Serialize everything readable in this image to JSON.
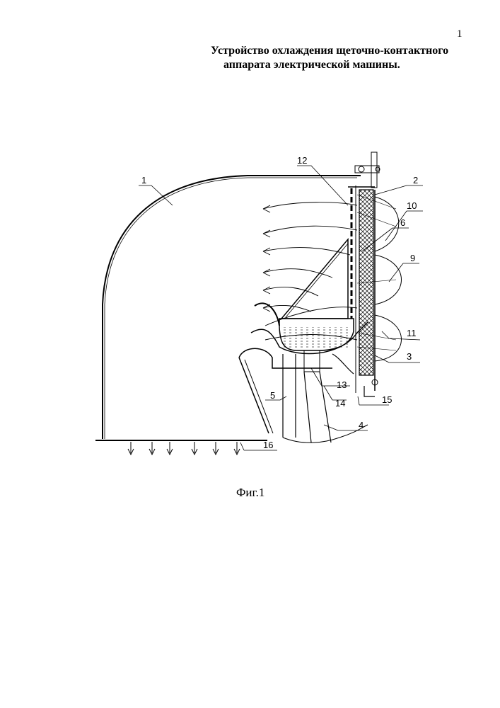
{
  "page": {
    "number": "1"
  },
  "title": {
    "line1": "Устройство охлаждения щеточно-контактного",
    "line2": "аппарата электрической машины."
  },
  "figure": {
    "caption": "Фиг.1",
    "labels": [
      "1",
      "2",
      "3",
      "4",
      "5",
      "6",
      "9",
      "10",
      "11",
      "12",
      "13",
      "14",
      "15",
      "16"
    ]
  }
}
